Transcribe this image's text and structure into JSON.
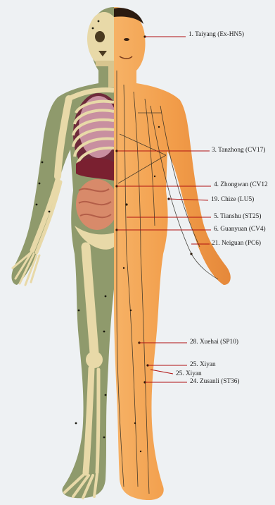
{
  "figure": {
    "left_half": "skeleton-and-organs",
    "right_half": "skin-with-meridians"
  },
  "colors": {
    "background": "#eef1f3",
    "left_skin": "#8f9a6c",
    "bone": "#e8d9a8",
    "right_skin": "#f0a050",
    "meridian_line": "#2c2a22",
    "point_marker": "#2a1a0a",
    "callout_line": "#b01010",
    "label_text": "#1a1a1a"
  },
  "callouts": [
    {
      "label": "1. Taiyang (Ex-HN5)"
    },
    {
      "label": "3. Tanzhong (CV17)"
    },
    {
      "label": "4. Zhongwan (CV12"
    },
    {
      "label": "19. Chize (LU5)"
    },
    {
      "label": "5. Tianshu (ST25)"
    },
    {
      "label": "6. Guanyuan (CV4)"
    },
    {
      "label": "21. Neiguan (PC6)"
    },
    {
      "label": "28. Xuehai (SP10)"
    },
    {
      "label": "25. Xiyan"
    },
    {
      "label": "25. Xiyan"
    },
    {
      "label": "24. Zusanli (ST36)"
    }
  ]
}
